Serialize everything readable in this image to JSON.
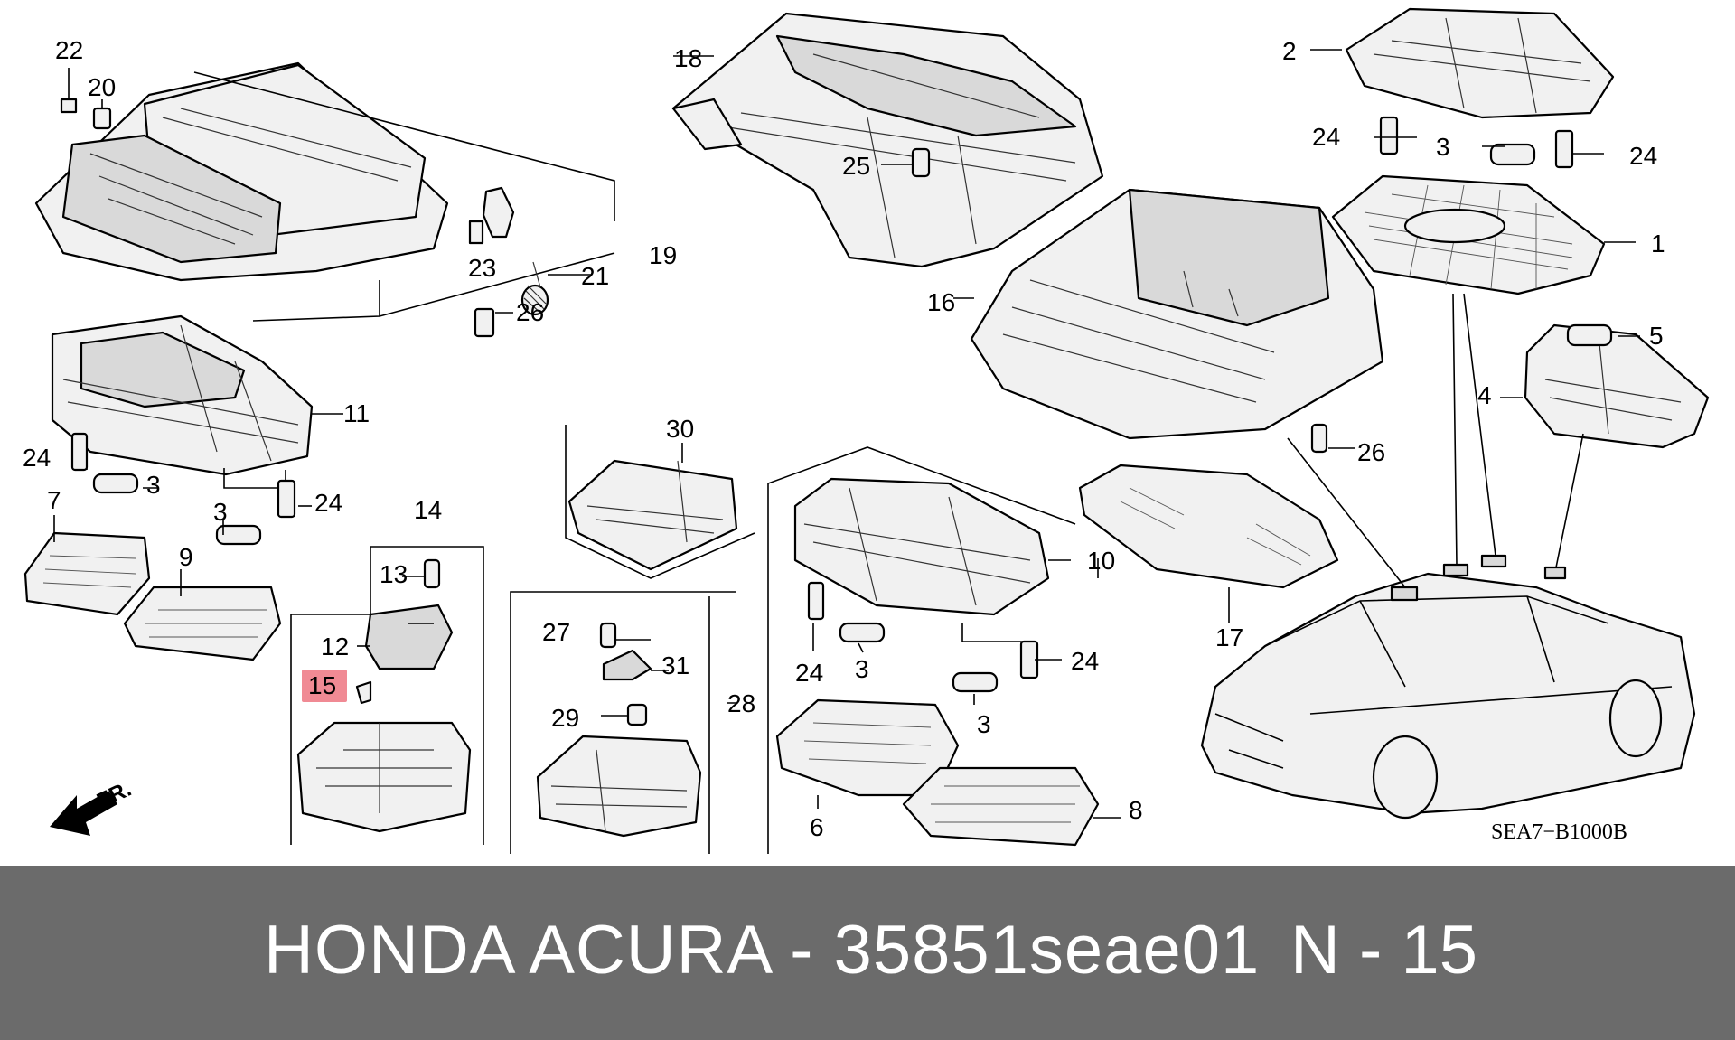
{
  "callouts": {
    "c1": "1",
    "c2": "2",
    "c3a": "3",
    "c3b": "3",
    "c3c": "3",
    "c3d": "3",
    "c3e": "3",
    "c4": "4",
    "c5": "5",
    "c6": "6",
    "c7": "7",
    "c8": "8",
    "c9": "9",
    "c10": "10",
    "c11": "11",
    "c12": "12",
    "c13": "13",
    "c14": "14",
    "c15": "15",
    "c16": "16",
    "c17": "17",
    "c18": "18",
    "c19": "19",
    "c20": "20",
    "c21": "21",
    "c22": "22",
    "c23": "23",
    "c24a": "24",
    "c24b": "24",
    "c24c": "24",
    "c24d": "24",
    "c24e": "24",
    "c24f": "24",
    "c25": "25",
    "c26a": "26",
    "c26b": "26",
    "c27": "27",
    "c28": "28",
    "c29": "29",
    "c30": "30",
    "c31": "31"
  },
  "front_marker": "FR.",
  "diagram_code": "SEA7−B1000B",
  "highlight_color": "#f08a94",
  "footer": {
    "part_title": "HONDA ACURA - 35851seae01",
    "reference": "N - 15"
  }
}
